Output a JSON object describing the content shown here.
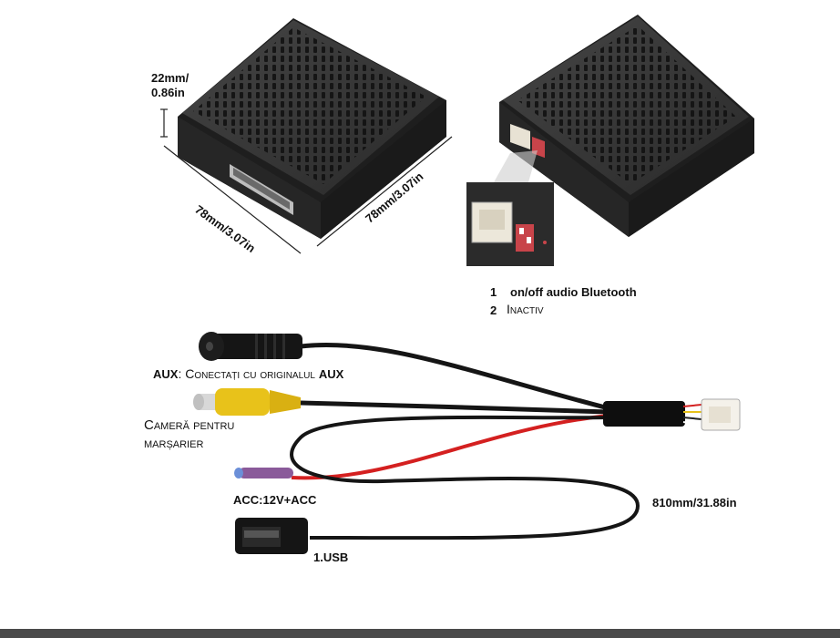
{
  "dimensions": {
    "height": "22mm/\n0.86in",
    "height_line1": "22mm/",
    "height_line2": "0.86in",
    "length_left": "78mm/3.07in",
    "length_right": "78mm/3.07in",
    "cable_length": "810mm/31.88in"
  },
  "switch_legend": {
    "item1_num": "1",
    "item1_text": "on/off  audio Bluetooth",
    "item2_num": "2",
    "item2_text": "Inactiv"
  },
  "cable_labels": {
    "aux_prefix": "AUX",
    "aux_text": ": Conectați cu originalul ",
    "aux_suffix": "AUX",
    "camera_line1": "Cameră pentru",
    "camera_line2": "marșarier",
    "acc": "ACC:12V+ACC",
    "usb": "1.USB"
  },
  "colors": {
    "box_body": "#2b2b2b",
    "box_top": "#3a3a3a",
    "rca_yellow": "#e8c21a",
    "red_wire": "#d42020",
    "black_wire": "#151515",
    "dip_switch": "#c8444a"
  }
}
